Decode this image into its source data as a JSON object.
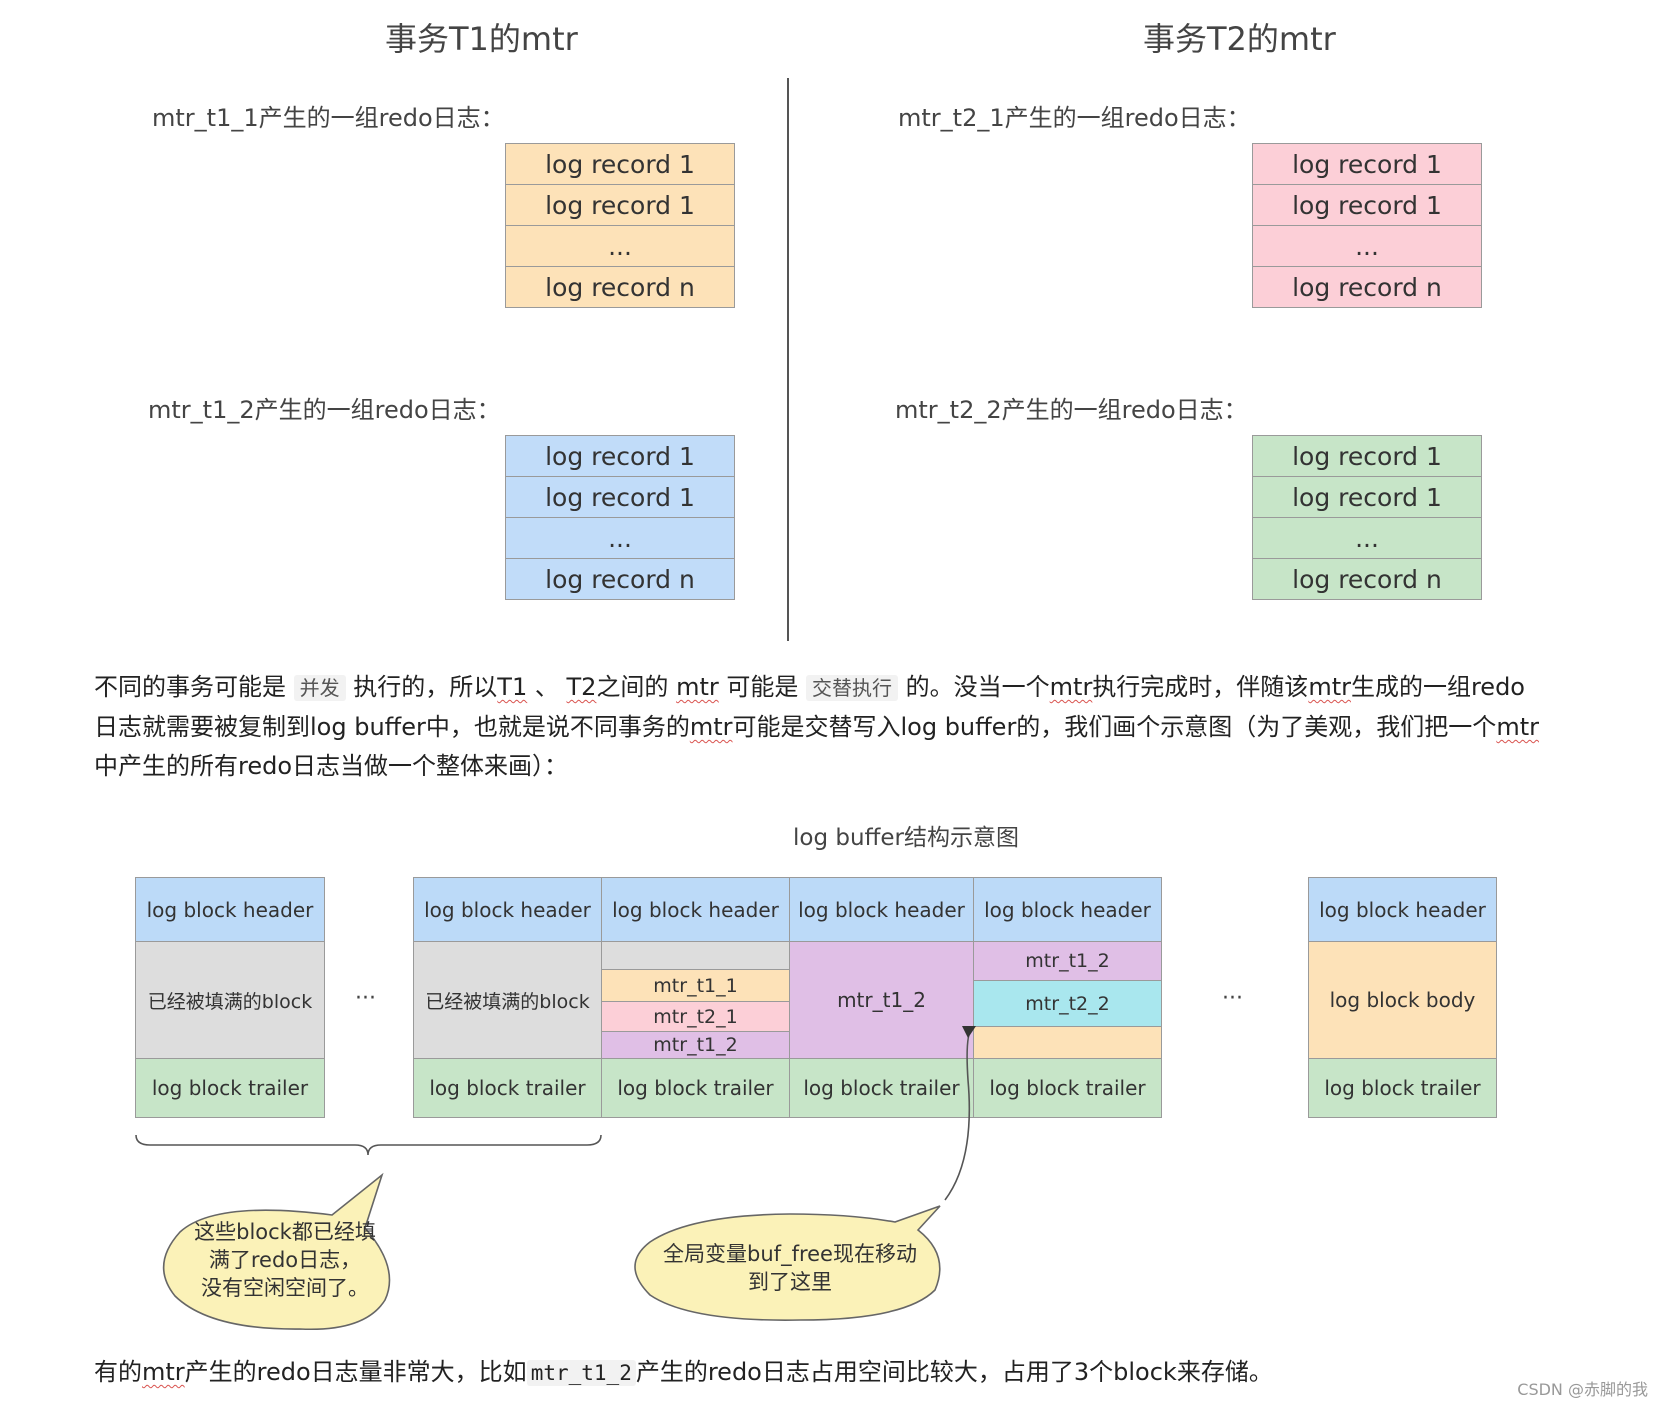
{
  "titles": {
    "t1": "事务T1的mtr",
    "t2": "事务T2的mtr"
  },
  "groups": {
    "t1_1": {
      "label": "mtr_t1_1产生的一组redo日志：",
      "records": [
        "log record 1",
        "log record 1",
        "...",
        "log record n"
      ],
      "color": "#fde2b8"
    },
    "t1_2": {
      "label": "mtr_t1_2产生的一组redo日志：",
      "records": [
        "log record 1",
        "log record 1",
        "...",
        "log record n"
      ],
      "color": "#c1dcf9"
    },
    "t2_1": {
      "label": "mtr_t2_1产生的一组redo日志：",
      "records": [
        "log record 1",
        "log record 1",
        "...",
        "log record n"
      ],
      "color": "#fccfd7"
    },
    "t2_2": {
      "label": "mtr_t2_2产生的一组redo日志：",
      "records": [
        "log record 1",
        "log record 1",
        "...",
        "log record n"
      ],
      "color": "#c7e5c8"
    }
  },
  "paragraph1": {
    "p1": "不同的事务可能是",
    "code1": "并发",
    "p2": "执行的，所以",
    "t1": "T1",
    "p3": "、",
    "t2": "T2",
    "p4": "之间的",
    "mtr1": "mtr",
    "p5": "可能是",
    "code2": "交替执行",
    "p6": "的。没当一个",
    "mtr2": "mtr",
    "p7": "执行完成时，伴随该",
    "mtr3": "mtr",
    "p8": "生成的一组redo",
    "line2a": "日志就需要被复制到log buffer中，也就是说不同事务的",
    "mtr4": "mtr",
    "line2b": "可能是交替写入log buffer的，我们画个示意图（为了美观，我们把一个",
    "mtr5": "mtr",
    "line3": "中产生的所有redo日志当做一个整体来画）："
  },
  "log_buffer": {
    "title": "log buffer结构示意图",
    "header": "log block header",
    "trailer": "log block trailer",
    "filled": "已经被填满的block",
    "body": "log block body",
    "dots": "···",
    "block3": {
      "a": "mtr_t1_1",
      "b": "mtr_t2_1",
      "c": "mtr_t1_2"
    },
    "block4": {
      "a": "mtr_t1_2"
    },
    "block5": {
      "a": "mtr_t1_2",
      "b": "mtr_t2_2"
    }
  },
  "bubbles": {
    "left": [
      "这些block都已经填",
      "满了redo日志，",
      "没有空闲空间了。"
    ],
    "right": [
      "全局变量buf_free现在移动",
      "到了这里"
    ]
  },
  "paragraph2": {
    "p1": "有的",
    "mtr": "mtr",
    "p2": "产生的redo日志量非常大，比如",
    "code": "mtr_t1_2",
    "p3": "产生的redo日志占用空间比较大，占用了3个block来存储。"
  },
  "watermark": "CSDN @赤脚的我"
}
